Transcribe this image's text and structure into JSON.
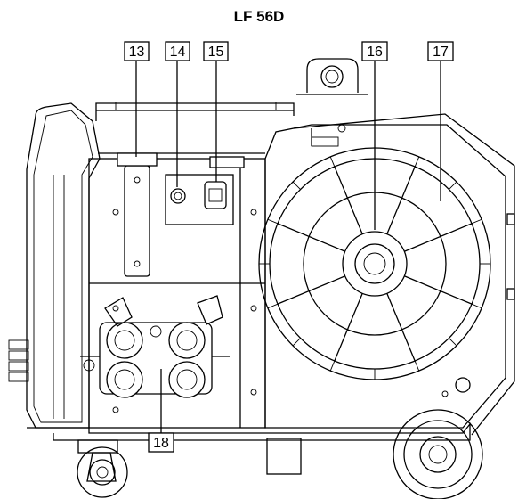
{
  "title": "LF 56D",
  "callouts": [
    {
      "id": "13",
      "label": "13"
    },
    {
      "id": "14",
      "label": "14"
    },
    {
      "id": "15",
      "label": "15"
    },
    {
      "id": "16",
      "label": "16"
    },
    {
      "id": "17",
      "label": "17"
    },
    {
      "id": "18",
      "label": "18"
    }
  ],
  "colors": {
    "line": "#000000",
    "background": "#ffffff"
  }
}
